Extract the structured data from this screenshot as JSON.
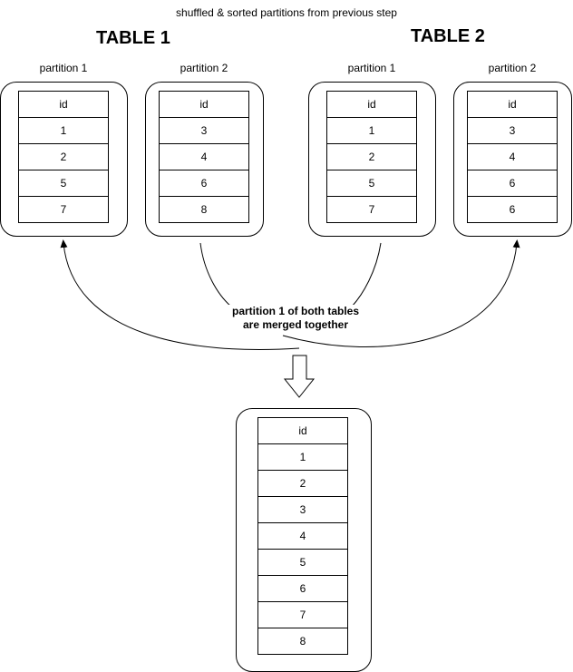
{
  "header": "shuffled & sorted partitions from previous step",
  "tables": [
    {
      "title": "TABLE 1",
      "partitions": [
        {
          "label": "partition 1",
          "column": "id",
          "values": [
            "1",
            "2",
            "5",
            "7"
          ]
        },
        {
          "label": "partition 2",
          "column": "id",
          "values": [
            "3",
            "4",
            "6",
            "8"
          ]
        }
      ]
    },
    {
      "title": "TABLE 2",
      "partitions": [
        {
          "label": "partition 1",
          "column": "id",
          "values": [
            "1",
            "2",
            "5",
            "7"
          ]
        },
        {
          "label": "partition 2",
          "column": "id",
          "values": [
            "3",
            "4",
            "6",
            "6"
          ]
        }
      ]
    }
  ],
  "merge_note": {
    "line1": "partition 1 of both tables",
    "line2": "are merged together"
  },
  "result": {
    "column": "id",
    "values": [
      "1",
      "2",
      "3",
      "4",
      "5",
      "6",
      "7",
      "8"
    ]
  }
}
